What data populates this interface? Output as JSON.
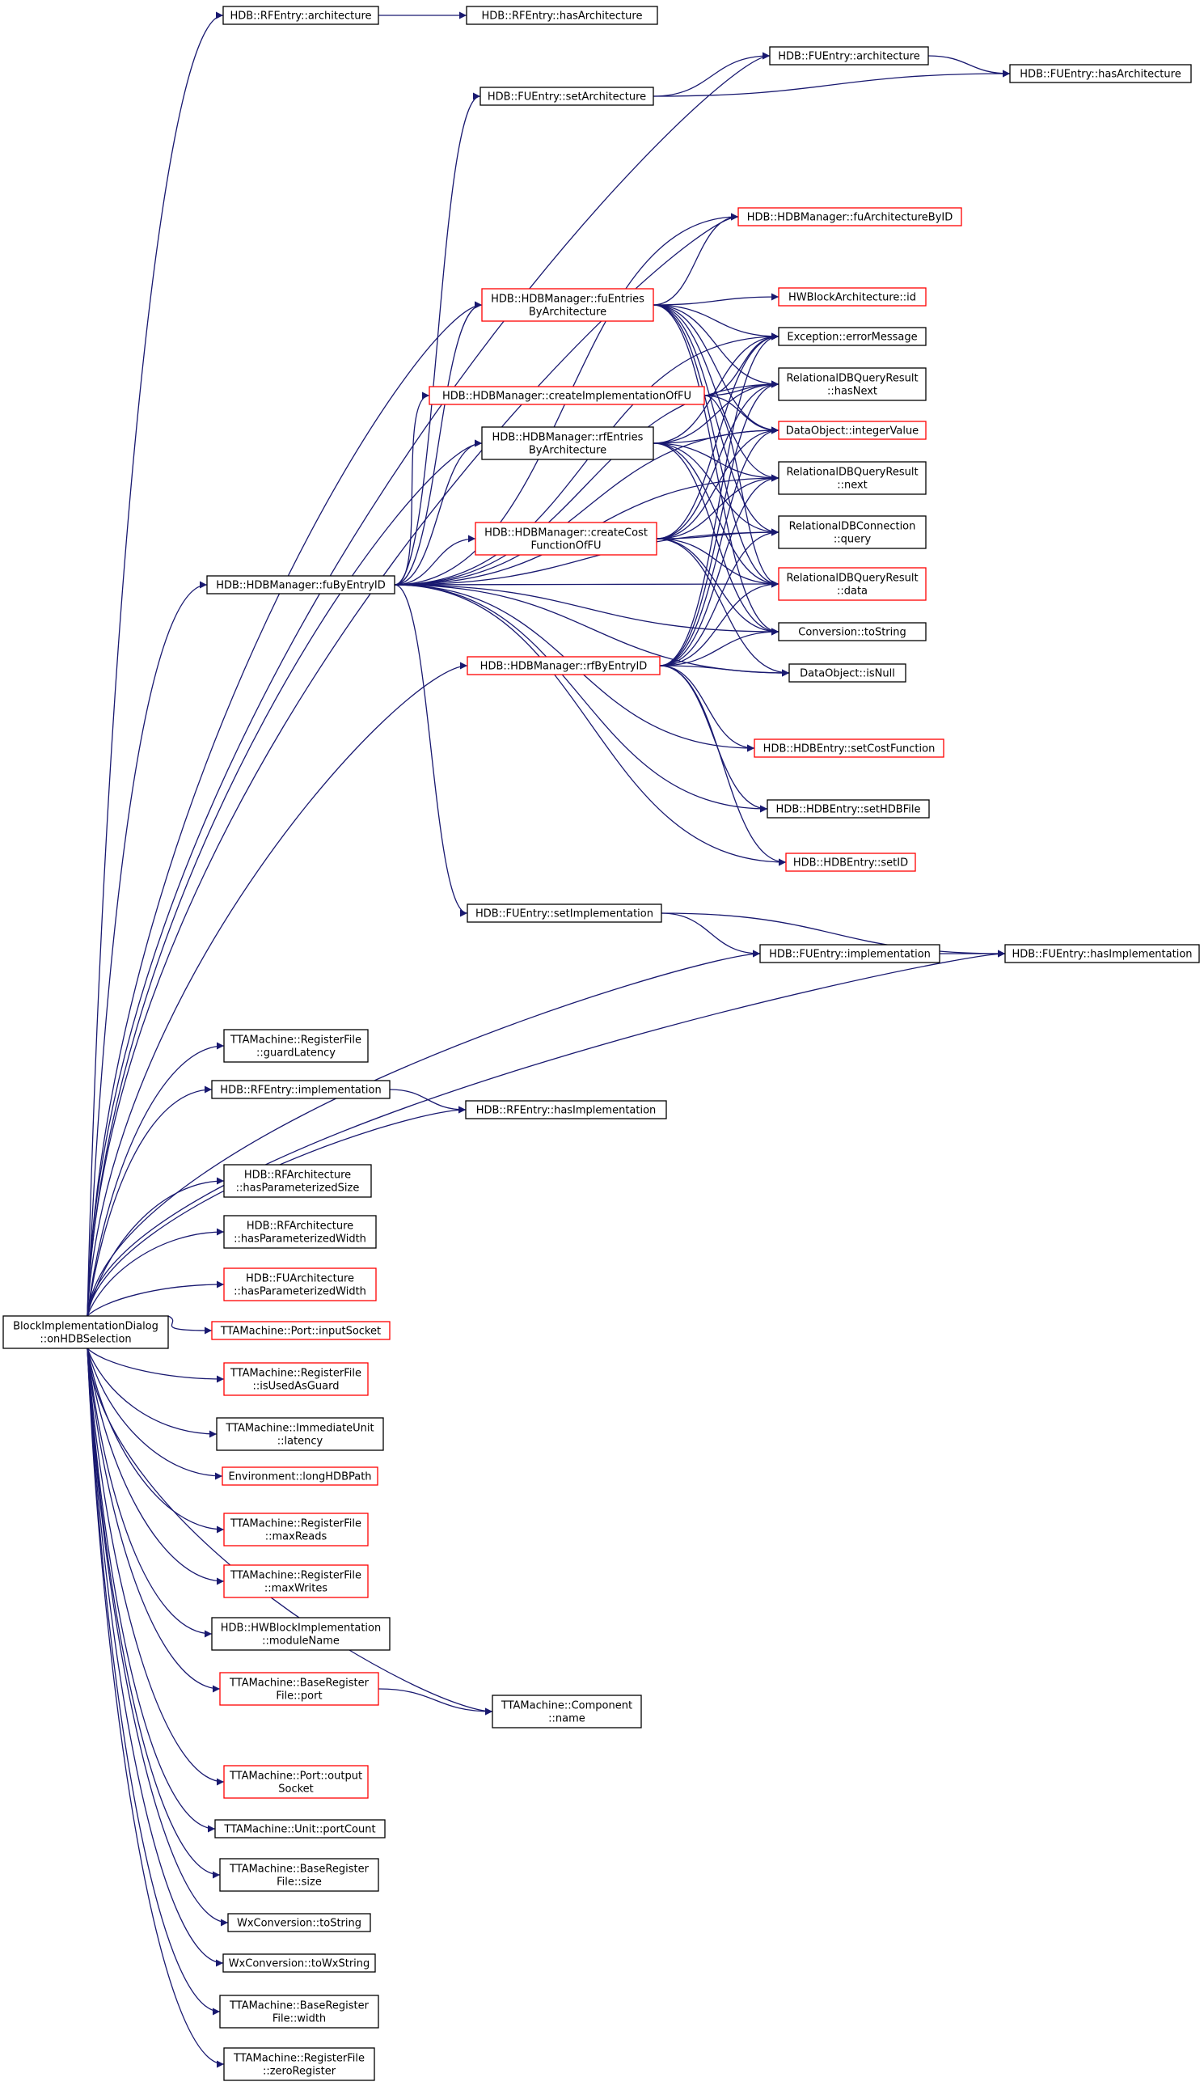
{
  "colors": {
    "edge": "#191970",
    "border_normal": "#000000",
    "border_truncated": "#ff0000",
    "root_fill": "#bfbfbf",
    "text": "#000000"
  },
  "nodes": [
    {
      "id": "root",
      "lines": [
        "BlockImplementationDialog",
        "::onHDBSelection"
      ],
      "border": "black",
      "root": true
    },
    {
      "id": "rfe_arch",
      "lines": [
        "HDB::RFEntry::architecture"
      ],
      "border": "black"
    },
    {
      "id": "rfe_hasarch",
      "lines": [
        "HDB::RFEntry::hasArchitecture"
      ],
      "border": "black"
    },
    {
      "id": "fue_arch",
      "lines": [
        "HDB::FUEntry::architecture"
      ],
      "border": "black"
    },
    {
      "id": "fue_hasarch",
      "lines": [
        "HDB::FUEntry::hasArchitecture"
      ],
      "border": "black"
    },
    {
      "id": "fue_setarch",
      "lines": [
        "HDB::FUEntry::setArchitecture"
      ],
      "border": "black"
    },
    {
      "id": "fuarchbyid",
      "lines": [
        "HDB::HDBManager::fuArchitectureByID"
      ],
      "border": "red"
    },
    {
      "id": "hwbid",
      "lines": [
        "HWBlockArchitecture::id"
      ],
      "border": "red"
    },
    {
      "id": "fuentries",
      "lines": [
        "HDB::HDBManager::fuEntries",
        "ByArchitecture"
      ],
      "border": "red"
    },
    {
      "id": "errmsg",
      "lines": [
        "Exception::errorMessage"
      ],
      "border": "black"
    },
    {
      "id": "hasnext",
      "lines": [
        "RelationalDBQueryResult",
        "::hasNext"
      ],
      "border": "black"
    },
    {
      "id": "createimpl",
      "lines": [
        "HDB::HDBManager::createImplementationOfFU"
      ],
      "border": "red"
    },
    {
      "id": "intval",
      "lines": [
        "DataObject::integerValue"
      ],
      "border": "red"
    },
    {
      "id": "rfentries",
      "lines": [
        "HDB::HDBManager::rfEntries",
        "ByArchitecture"
      ],
      "border": "black"
    },
    {
      "id": "next",
      "lines": [
        "RelationalDBQueryResult",
        "::next"
      ],
      "border": "black"
    },
    {
      "id": "createcost",
      "lines": [
        "HDB::HDBManager::createCost",
        "FunctionOfFU"
      ],
      "border": "red"
    },
    {
      "id": "query",
      "lines": [
        "RelationalDBConnection",
        "::query"
      ],
      "border": "black"
    },
    {
      "id": "fubyid",
      "lines": [
        "HDB::HDBManager::fuByEntryID"
      ],
      "border": "black"
    },
    {
      "id": "data",
      "lines": [
        "RelationalDBQueryResult",
        "::data"
      ],
      "border": "red"
    },
    {
      "id": "tostring",
      "lines": [
        "Conversion::toString"
      ],
      "border": "black"
    },
    {
      "id": "rfbyid",
      "lines": [
        "HDB::HDBManager::rfByEntryID"
      ],
      "border": "red"
    },
    {
      "id": "isnull",
      "lines": [
        "DataObject::isNull"
      ],
      "border": "black"
    },
    {
      "id": "setcost",
      "lines": [
        "HDB::HDBEntry::setCostFunction"
      ],
      "border": "red"
    },
    {
      "id": "sethdb",
      "lines": [
        "HDB::HDBEntry::setHDBFile"
      ],
      "border": "black"
    },
    {
      "id": "setid",
      "lines": [
        "HDB::HDBEntry::setID"
      ],
      "border": "red"
    },
    {
      "id": "fue_setimpl",
      "lines": [
        "HDB::FUEntry::setImplementation"
      ],
      "border": "black"
    },
    {
      "id": "fue_impl",
      "lines": [
        "HDB::FUEntry::implementation"
      ],
      "border": "black"
    },
    {
      "id": "fue_hasimpl",
      "lines": [
        "HDB::FUEntry::hasImplementation"
      ],
      "border": "black"
    },
    {
      "id": "guardlat",
      "lines": [
        "TTAMachine::RegisterFile",
        "::guardLatency"
      ],
      "border": "black"
    },
    {
      "id": "rfe_impl",
      "lines": [
        "HDB::RFEntry::implementation"
      ],
      "border": "black"
    },
    {
      "id": "rfe_hasimpl",
      "lines": [
        "HDB::RFEntry::hasImplementation"
      ],
      "border": "black"
    },
    {
      "id": "rfa_size",
      "lines": [
        "HDB::RFArchitecture",
        "::hasParameterizedSize"
      ],
      "border": "black"
    },
    {
      "id": "rfa_width",
      "lines": [
        "HDB::RFArchitecture",
        "::hasParameterizedWidth"
      ],
      "border": "black"
    },
    {
      "id": "fua_width",
      "lines": [
        "HDB::FUArchitecture",
        "::hasParameterizedWidth"
      ],
      "border": "red"
    },
    {
      "id": "insock",
      "lines": [
        "TTAMachine::Port::inputSocket"
      ],
      "border": "red"
    },
    {
      "id": "usedguard",
      "lines": [
        "TTAMachine::RegisterFile",
        "::isUsedAsGuard"
      ],
      "border": "red"
    },
    {
      "id": "imlat",
      "lines": [
        "TTAMachine::ImmediateUnit",
        "::latency"
      ],
      "border": "black"
    },
    {
      "id": "longpath",
      "lines": [
        "Environment::longHDBPath"
      ],
      "border": "red"
    },
    {
      "id": "maxreads",
      "lines": [
        "TTAMachine::RegisterFile",
        "::maxReads"
      ],
      "border": "red"
    },
    {
      "id": "maxwrites",
      "lines": [
        "TTAMachine::RegisterFile",
        "::maxWrites"
      ],
      "border": "red"
    },
    {
      "id": "modname",
      "lines": [
        "HDB::HWBlockImplementation",
        "::moduleName"
      ],
      "border": "black"
    },
    {
      "id": "brf_port",
      "lines": [
        "TTAMachine::BaseRegister",
        "File::port"
      ],
      "border": "red"
    },
    {
      "id": "compname",
      "lines": [
        "TTAMachine::Component",
        "::name"
      ],
      "border": "black"
    },
    {
      "id": "outsock",
      "lines": [
        "TTAMachine::Port::output",
        "Socket"
      ],
      "border": "red"
    },
    {
      "id": "portcount",
      "lines": [
        "TTAMachine::Unit::portCount"
      ],
      "border": "black"
    },
    {
      "id": "brf_size",
      "lines": [
        "TTAMachine::BaseRegister",
        "File::size"
      ],
      "border": "black"
    },
    {
      "id": "wx_tostr",
      "lines": [
        "WxConversion::toString"
      ],
      "border": "black"
    },
    {
      "id": "wx_towx",
      "lines": [
        "WxConversion::toWxString"
      ],
      "border": "black"
    },
    {
      "id": "brf_width",
      "lines": [
        "TTAMachine::BaseRegister",
        "File::width"
      ],
      "border": "black"
    },
    {
      "id": "zeroreg",
      "lines": [
        "TTAMachine::RegisterFile",
        "::zeroRegister"
      ],
      "border": "black"
    }
  ],
  "edges": [
    [
      "root",
      "rfe_arch"
    ],
    [
      "root",
      "fue_arch"
    ],
    [
      "root",
      "fuarchbyid"
    ],
    [
      "root",
      "fuentries"
    ],
    [
      "root",
      "rfentries"
    ],
    [
      "root",
      "fubyid"
    ],
    [
      "root",
      "rfbyid"
    ],
    [
      "root",
      "fue_impl"
    ],
    [
      "root",
      "fue_hasimpl"
    ],
    [
      "root",
      "guardlat"
    ],
    [
      "root",
      "rfe_impl"
    ],
    [
      "root",
      "rfe_hasimpl"
    ],
    [
      "root",
      "rfa_size"
    ],
    [
      "root",
      "rfa_width"
    ],
    [
      "root",
      "fua_width"
    ],
    [
      "root",
      "insock"
    ],
    [
      "root",
      "usedguard"
    ],
    [
      "root",
      "imlat"
    ],
    [
      "root",
      "longpath"
    ],
    [
      "root",
      "maxreads"
    ],
    [
      "root",
      "maxwrites"
    ],
    [
      "root",
      "modname"
    ],
    [
      "root",
      "brf_port"
    ],
    [
      "root",
      "compname"
    ],
    [
      "root",
      "outsock"
    ],
    [
      "root",
      "portcount"
    ],
    [
      "root",
      "brf_size"
    ],
    [
      "root",
      "wx_tostr"
    ],
    [
      "root",
      "wx_towx"
    ],
    [
      "root",
      "brf_width"
    ],
    [
      "root",
      "zeroreg"
    ],
    [
      "rfe_arch",
      "rfe_hasarch"
    ],
    [
      "fue_arch",
      "fue_hasarch"
    ],
    [
      "fue_setarch",
      "fue_arch"
    ],
    [
      "fue_setarch",
      "fue_hasarch"
    ],
    [
      "fubyid",
      "fue_setarch"
    ],
    [
      "fubyid",
      "fuarchbyid"
    ],
    [
      "fubyid",
      "fuentries"
    ],
    [
      "fubyid",
      "createimpl"
    ],
    [
      "fubyid",
      "rfentries"
    ],
    [
      "fubyid",
      "createcost"
    ],
    [
      "fubyid",
      "errmsg"
    ],
    [
      "fubyid",
      "hasnext"
    ],
    [
      "fubyid",
      "intval"
    ],
    [
      "fubyid",
      "next"
    ],
    [
      "fubyid",
      "query"
    ],
    [
      "fubyid",
      "data"
    ],
    [
      "fubyid",
      "tostring"
    ],
    [
      "fubyid",
      "isnull"
    ],
    [
      "fubyid",
      "setcost"
    ],
    [
      "fubyid",
      "sethdb"
    ],
    [
      "fubyid",
      "setid"
    ],
    [
      "fubyid",
      "fue_setimpl"
    ],
    [
      "fuentries",
      "fuarchbyid"
    ],
    [
      "fuentries",
      "hwbid"
    ],
    [
      "fuentries",
      "errmsg"
    ],
    [
      "fuentries",
      "hasnext"
    ],
    [
      "fuentries",
      "intval"
    ],
    [
      "fuentries",
      "next"
    ],
    [
      "fuentries",
      "query"
    ],
    [
      "fuentries",
      "data"
    ],
    [
      "fuentries",
      "tostring"
    ],
    [
      "createimpl",
      "errmsg"
    ],
    [
      "createimpl",
      "hasnext"
    ],
    [
      "createimpl",
      "intval"
    ],
    [
      "createimpl",
      "data"
    ],
    [
      "rfentries",
      "errmsg"
    ],
    [
      "rfentries",
      "hasnext"
    ],
    [
      "rfentries",
      "intval"
    ],
    [
      "rfentries",
      "next"
    ],
    [
      "rfentries",
      "query"
    ],
    [
      "rfentries",
      "data"
    ],
    [
      "rfentries",
      "tostring"
    ],
    [
      "createcost",
      "errmsg"
    ],
    [
      "createcost",
      "hasnext"
    ],
    [
      "createcost",
      "intval"
    ],
    [
      "createcost",
      "next"
    ],
    [
      "createcost",
      "query"
    ],
    [
      "createcost",
      "data"
    ],
    [
      "createcost",
      "tostring"
    ],
    [
      "createcost",
      "isnull"
    ],
    [
      "rfbyid",
      "errmsg"
    ],
    [
      "rfbyid",
      "hasnext"
    ],
    [
      "rfbyid",
      "intval"
    ],
    [
      "rfbyid",
      "next"
    ],
    [
      "rfbyid",
      "query"
    ],
    [
      "rfbyid",
      "data"
    ],
    [
      "rfbyid",
      "tostring"
    ],
    [
      "rfbyid",
      "isnull"
    ],
    [
      "rfbyid",
      "setcost"
    ],
    [
      "rfbyid",
      "sethdb"
    ],
    [
      "rfbyid",
      "setid"
    ],
    [
      "fue_setimpl",
      "fue_impl"
    ],
    [
      "fue_setimpl",
      "fue_hasimpl"
    ],
    [
      "fue_impl",
      "fue_hasimpl"
    ],
    [
      "rfe_impl",
      "rfe_hasimpl"
    ],
    [
      "brf_port",
      "compname"
    ]
  ]
}
